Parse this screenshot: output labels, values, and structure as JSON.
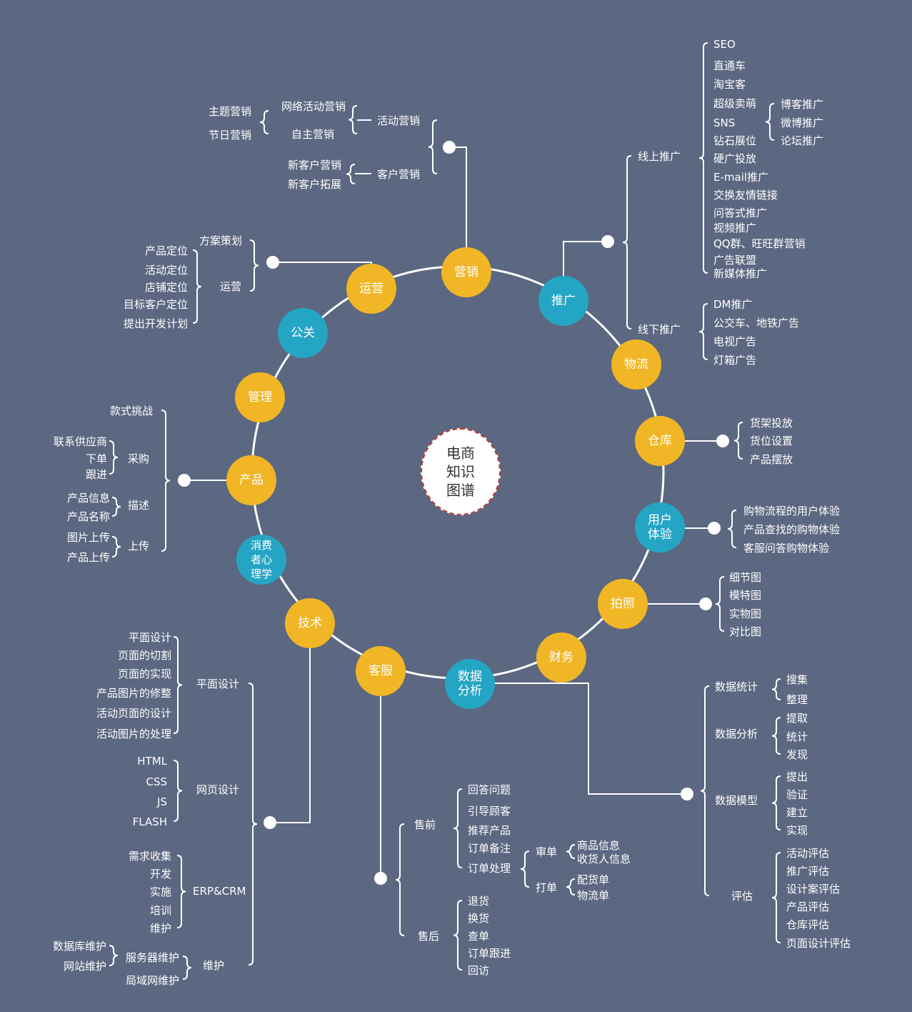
{
  "center": {
    "title": "电商\n知识\n图谱"
  },
  "colors": {
    "background": "#5c6781",
    "yellow": "#f0b625",
    "blue": "#25a5c4",
    "line": "#ffffff",
    "center_border": "#c0392b"
  },
  "nodes": [
    {
      "key": "yingxiao",
      "label": "营销",
      "color": "yellow"
    },
    {
      "key": "tuiguang",
      "label": "推广",
      "color": "blue"
    },
    {
      "key": "wuliu",
      "label": "物流",
      "color": "yellow"
    },
    {
      "key": "cangku",
      "label": "仓库",
      "color": "yellow"
    },
    {
      "key": "yonghu",
      "label": "用户\n体验",
      "color": "blue"
    },
    {
      "key": "paizhao",
      "label": "拍照",
      "color": "yellow"
    },
    {
      "key": "caiwu",
      "label": "财务",
      "color": "yellow"
    },
    {
      "key": "shuju",
      "label": "数据\n分析",
      "color": "blue"
    },
    {
      "key": "kefu",
      "label": "客服",
      "color": "yellow"
    },
    {
      "key": "jishu",
      "label": "技术",
      "color": "yellow"
    },
    {
      "key": "xiaofei",
      "label": "消费\n者心\n理学",
      "color": "blue"
    },
    {
      "key": "chanpin",
      "label": "产品",
      "color": "yellow"
    },
    {
      "key": "guanli",
      "label": "管理",
      "color": "yellow"
    },
    {
      "key": "gongguan",
      "label": "公关",
      "color": "blue"
    },
    {
      "key": "yunying",
      "label": "运营",
      "color": "yellow"
    }
  ],
  "marketing": {
    "activity": "活动营销",
    "customer": "客户营销",
    "online_activity": "网络活动营销",
    "self_marketing": "自主营销",
    "theme": "主题营销",
    "holiday": "节日营销",
    "new_customer": "新客户营销",
    "new_expand": "新客户拓展"
  },
  "promotion": {
    "online": "线上推广",
    "offline": "线下推广",
    "online_items": [
      "SEO",
      "直通车",
      "淘宝客",
      "超级卖萌",
      "SNS",
      "钻石展位",
      "硬广投放",
      "E-mail推广",
      "交换友情链接",
      "问答式推广",
      "视频推广",
      "QQ群、旺旺群营销",
      "广告联盟",
      "新媒体推广"
    ],
    "sns_items": [
      "博客推广",
      "微博推广",
      "论坛推广"
    ],
    "offline_items": [
      "DM推广",
      "公交车、地铁广告",
      "电视广告",
      "灯箱广告"
    ]
  },
  "warehouse": {
    "items": [
      "货架投放",
      "货位设置",
      "产品摆放"
    ]
  },
  "ux": {
    "items": [
      "购物流程的用户体验",
      "产品查找的购物体验",
      "客服问答购物体验"
    ]
  },
  "photo": {
    "items": [
      "细节图",
      "模特图",
      "实物图",
      "对比图"
    ]
  },
  "data_analysis": {
    "stats": "数据统计",
    "stats_items": [
      "搜集",
      "整理"
    ],
    "analysis": "数据分析",
    "analysis_items": [
      "提取",
      "统计",
      "发现"
    ],
    "model": "数据模型",
    "model_items": [
      "提出",
      "验证",
      "建立",
      "实现"
    ],
    "eval": "评估",
    "eval_items": [
      "活动评估",
      "推广评估",
      "设计案评估",
      "产品评估",
      "仓库评估",
      "页面设计评估"
    ]
  },
  "service": {
    "pre": "售前",
    "after": "售后",
    "pre_items": [
      "回答问题",
      "引导顾客",
      "推荐产品",
      "订单备注",
      "订单处理"
    ],
    "review": "审单",
    "review_items": [
      "商品信息",
      "收货人信息"
    ],
    "print": "打单",
    "print_items": [
      "配货单",
      "物流单"
    ],
    "after_items": [
      "退货",
      "换货",
      "查单",
      "订单跟进",
      "回访"
    ]
  },
  "tech": {
    "design": "平面设计",
    "design_items": [
      "平面设计",
      "页面的切割",
      "页面的实现",
      "产品图片的修整",
      "活动页面的设计",
      "活动图片的处理"
    ],
    "web": "网页设计",
    "web_items": [
      "HTML",
      "CSS",
      "JS",
      "FLASH"
    ],
    "erp": "ERP&CRM",
    "erp_items": [
      "需求收集",
      "开发",
      "实施",
      "培训",
      "维护"
    ],
    "maint": "维护",
    "server": "服务器维护",
    "server_items": [
      "数据库维护",
      "网站维护"
    ],
    "lan": "局域网维护"
  },
  "product": {
    "style": "款式挑战",
    "purchase": "采购",
    "purchase_items": [
      "联系供应商",
      "下单",
      "跟进"
    ],
    "desc": "描述",
    "desc_items": [
      "产品信息",
      "产品名称"
    ],
    "upload": "上传",
    "upload_items": [
      "图片上传",
      "产品上传"
    ]
  },
  "operations": {
    "plan": "方案策划",
    "op": "运营",
    "op_items": [
      "产品定位",
      "活动定位",
      "店铺定位",
      "目标客户定位",
      "提出开发计划"
    ]
  }
}
